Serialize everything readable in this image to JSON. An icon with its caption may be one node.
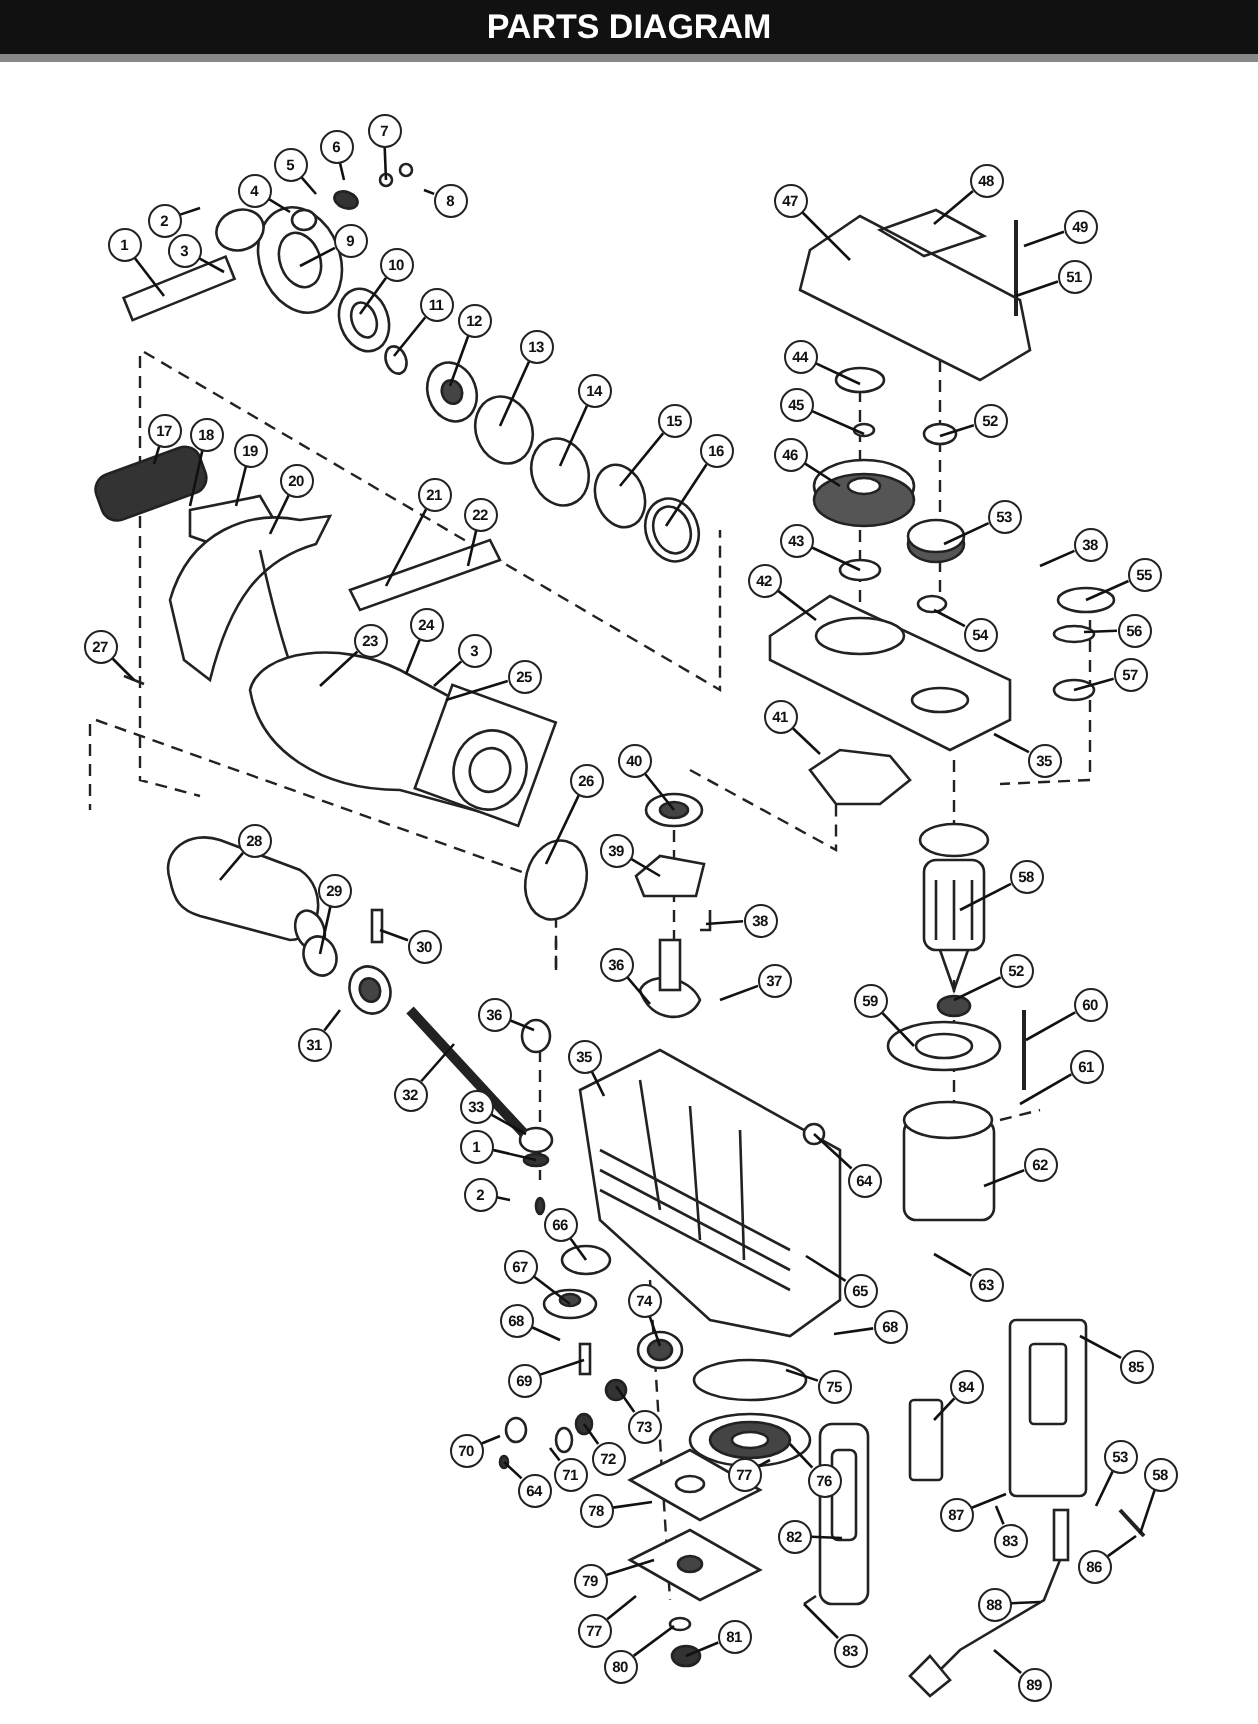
{
  "diagram": {
    "title": "PARTS DIAGRAM",
    "nodes": [
      {
        "text": [
          "1"
        ]
      },
      {
        "text": [
          "2"
        ]
      },
      {
        "text": [
          "3"
        ]
      },
      {
        "text": [
          "4"
        ]
      },
      {
        "text": [
          "5"
        ]
      },
      {
        "text": [
          "6"
        ]
      },
      {
        "text": [
          "7"
        ]
      },
      {
        "text": [
          "8"
        ]
      },
      {
        "text": [
          "9"
        ]
      },
      {
        "text": [
          "10"
        ]
      },
      {
        "text": [
          "11"
        ]
      },
      {
        "text": [
          "12"
        ]
      },
      {
        "text": [
          "13"
        ]
      },
      {
        "text": [
          "14"
        ]
      },
      {
        "text": [
          "15"
        ]
      },
      {
        "text": [
          "16"
        ]
      },
      {
        "text": [
          "47"
        ]
      },
      {
        "text": [
          "48"
        ]
      },
      {
        "text": [
          "49"
        ]
      },
      {
        "text": [
          "51"
        ]
      },
      {
        "text": [
          "44"
        ]
      },
      {
        "text": [
          "45"
        ]
      },
      {
        "text": [
          "52"
        ]
      },
      {
        "text": [
          "46"
        ]
      },
      {
        "text": [
          "53"
        ]
      },
      {
        "text": [
          "43"
        ]
      },
      {
        "text": [
          "38"
        ]
      },
      {
        "text": [
          "55"
        ]
      },
      {
        "text": [
          "42"
        ]
      },
      {
        "text": [
          "54"
        ]
      },
      {
        "text": [
          "56"
        ]
      },
      {
        "text": [
          "57"
        ]
      },
      {
        "text": [
          "17"
        ]
      },
      {
        "text": [
          "18"
        ]
      },
      {
        "text": [
          "19"
        ]
      },
      {
        "text": [
          "20"
        ]
      },
      {
        "text": [
          "21"
        ]
      },
      {
        "text": [
          "22"
        ]
      },
      {
        "text": [
          "27"
        ]
      },
      {
        "text": [
          "24"
        ]
      },
      {
        "text": [
          "23"
        ]
      },
      {
        "text": [
          "3"
        ]
      },
      {
        "text": [
          "25"
        ]
      },
      {
        "text": [
          "41"
        ]
      },
      {
        "text": [
          "35"
        ]
      },
      {
        "text": [
          "40"
        ]
      },
      {
        "text": [
          "26"
        ]
      },
      {
        "text": [
          "28"
        ]
      },
      {
        "text": [
          "39"
        ]
      },
      {
        "text": [
          "58"
        ]
      },
      {
        "text": [
          "29"
        ]
      },
      {
        "text": [
          "38"
        ]
      },
      {
        "text": [
          "30"
        ]
      },
      {
        "text": [
          "36"
        ]
      },
      {
        "text": [
          "52"
        ]
      },
      {
        "text": [
          "37"
        ]
      },
      {
        "text": [
          "59"
        ]
      },
      {
        "text": [
          "60"
        ]
      },
      {
        "text": [
          "36"
        ]
      },
      {
        "text": [
          "31"
        ]
      },
      {
        "text": [
          "35"
        ]
      },
      {
        "text": [
          "61"
        ]
      },
      {
        "text": [
          "32"
        ]
      },
      {
        "text": [
          "33"
        ]
      },
      {
        "text": [
          "1"
        ]
      },
      {
        "text": [
          "62"
        ]
      },
      {
        "text": [
          "64"
        ]
      },
      {
        "text": [
          "2"
        ]
      },
      {
        "text": [
          "66"
        ]
      },
      {
        "text": [
          "67"
        ]
      },
      {
        "text": [
          "63"
        ]
      },
      {
        "text": [
          "65"
        ]
      },
      {
        "text": [
          "74"
        ]
      },
      {
        "text": [
          "68"
        ]
      },
      {
        "text": [
          "68"
        ]
      },
      {
        "text": [
          "85"
        ]
      },
      {
        "text": [
          "69"
        ]
      },
      {
        "text": [
          "75"
        ]
      },
      {
        "text": [
          "84"
        ]
      },
      {
        "text": [
          "73"
        ]
      },
      {
        "text": [
          "70"
        ]
      },
      {
        "text": [
          "72"
        ]
      },
      {
        "text": [
          "71"
        ]
      },
      {
        "text": [
          "77"
        ]
      },
      {
        "text": [
          "76"
        ]
      },
      {
        "text": [
          "64"
        ]
      },
      {
        "text": [
          "78"
        ]
      },
      {
        "text": [
          "82"
        ]
      },
      {
        "text": [
          "87"
        ]
      },
      {
        "text": [
          "83"
        ]
      },
      {
        "text": [
          "53"
        ]
      },
      {
        "text": [
          "58"
        ]
      },
      {
        "text": [
          "86"
        ]
      },
      {
        "text": [
          "79"
        ]
      },
      {
        "text": [
          "88"
        ]
      },
      {
        "text": [
          "77"
        ]
      },
      {
        "text": [
          "81"
        ]
      },
      {
        "text": [
          "80"
        ]
      },
      {
        "text": [
          "83"
        ]
      },
      {
        "text": [
          "89"
        ]
      }
    ],
    "edges": [
      {
        "from": 0,
        "to": null,
        "arrow": "none"
      },
      {
        "from": 1,
        "to": null,
        "arrow": "none"
      },
      {
        "from": 2,
        "to": null,
        "arrow": "none"
      },
      {
        "from": 3,
        "to": null,
        "arrow": "none"
      },
      {
        "from": 4,
        "to": null,
        "arrow": "none"
      },
      {
        "from": 5,
        "to": null,
        "arrow": "none"
      },
      {
        "from": 6,
        "to": null,
        "arrow": "none"
      },
      {
        "from": 7,
        "to": null,
        "arrow": "none"
      },
      {
        "from": 8,
        "to": null,
        "arrow": "none"
      },
      {
        "from": 9,
        "to": null,
        "arrow": "none"
      },
      {
        "from": 10,
        "to": null,
        "arrow": "none"
      },
      {
        "from": 11,
        "to": null,
        "arrow": "none"
      },
      {
        "from": 12,
        "to": null,
        "arrow": "none"
      },
      {
        "from": 13,
        "to": null,
        "arrow": "none"
      },
      {
        "from": 14,
        "to": null,
        "arrow": "none"
      },
      {
        "from": 15,
        "to": null,
        "arrow": "none"
      },
      {
        "from": 16,
        "to": null,
        "arrow": "none"
      },
      {
        "from": 17,
        "to": null,
        "arrow": "none"
      },
      {
        "from": 18,
        "to": null,
        "arrow": "none"
      },
      {
        "from": 19,
        "to": null,
        "arrow": "none"
      },
      {
        "from": 20,
        "to": null,
        "arrow": "none"
      },
      {
        "from": 21,
        "to": null,
        "arrow": "none"
      },
      {
        "from": 22,
        "to": null,
        "arrow": "none"
      },
      {
        "from": 23,
        "to": null,
        "arrow": "none"
      },
      {
        "from": 24,
        "to": null,
        "arrow": "none"
      },
      {
        "from": 25,
        "to": null,
        "arrow": "none"
      },
      {
        "from": 26,
        "to": null,
        "arrow": "none"
      },
      {
        "from": 27,
        "to": null,
        "arrow": "none"
      },
      {
        "from": 28,
        "to": null,
        "arrow": "none"
      },
      {
        "from": 29,
        "to": null,
        "arrow": "none"
      },
      {
        "from": 30,
        "to": null,
        "arrow": "none"
      },
      {
        "from": 31,
        "to": null,
        "arrow": "none"
      },
      {
        "from": 32,
        "to": null,
        "arrow": "none"
      },
      {
        "from": 33,
        "to": null,
        "arrow": "none"
      },
      {
        "from": 34,
        "to": null,
        "arrow": "none"
      },
      {
        "from": 35,
        "to": null,
        "arrow": "none"
      },
      {
        "from": 36,
        "to": null,
        "arrow": "none"
      },
      {
        "from": 37,
        "to": null,
        "arrow": "none"
      },
      {
        "from": 38,
        "to": null,
        "arrow": "none"
      },
      {
        "from": 39,
        "to": null,
        "arrow": "none"
      },
      {
        "from": 40,
        "to": null,
        "arrow": "none"
      },
      {
        "from": 41,
        "to": null,
        "arrow": "none"
      },
      {
        "from": 42,
        "to": null,
        "arrow": "none"
      },
      {
        "from": 43,
        "to": null,
        "arrow": "none"
      },
      {
        "from": 44,
        "to": null,
        "arrow": "none"
      },
      {
        "from": 45,
        "to": null,
        "arrow": "none"
      },
      {
        "from": 46,
        "to": null,
        "arrow": "none"
      },
      {
        "from": 47,
        "to": null,
        "arrow": "none"
      },
      {
        "from": 48,
        "to": null,
        "arrow": "none"
      },
      {
        "from": 49,
        "to": null,
        "arrow": "none"
      },
      {
        "from": 50,
        "to": null,
        "arrow": "none"
      },
      {
        "from": 51,
        "to": null,
        "arrow": "none"
      },
      {
        "from": 52,
        "to": null,
        "arrow": "none"
      },
      {
        "from": 53,
        "to": null,
        "arrow": "none"
      },
      {
        "from": 54,
        "to": null,
        "arrow": "none"
      },
      {
        "from": 55,
        "to": null,
        "arrow": "none"
      },
      {
        "from": 56,
        "to": null,
        "arrow": "none"
      },
      {
        "from": 57,
        "to": null,
        "arrow": "none"
      },
      {
        "from": 58,
        "to": null,
        "arrow": "none"
      },
      {
        "from": 59,
        "to": null,
        "arrow": "none"
      },
      {
        "from": 60,
        "to": null,
        "arrow": "none"
      },
      {
        "from": 61,
        "to": null,
        "arrow": "none"
      },
      {
        "from": 62,
        "to": null,
        "arrow": "none"
      },
      {
        "from": 63,
        "to": null,
        "arrow": "none"
      },
      {
        "from": 64,
        "to": null,
        "arrow": "none"
      },
      {
        "from": 65,
        "to": null,
        "arrow": "none"
      },
      {
        "from": 66,
        "to": null,
        "arrow": "none"
      },
      {
        "from": 67,
        "to": null,
        "arrow": "none"
      },
      {
        "from": 68,
        "to": null,
        "arrow": "none"
      },
      {
        "from": 69,
        "to": null,
        "arrow": "none"
      },
      {
        "from": 70,
        "to": null,
        "arrow": "none"
      },
      {
        "from": 71,
        "to": null,
        "arrow": "none"
      },
      {
        "from": 72,
        "to": null,
        "arrow": "none"
      },
      {
        "from": 73,
        "to": null,
        "arrow": "none"
      },
      {
        "from": 74,
        "to": null,
        "arrow": "none"
      },
      {
        "from": 75,
        "to": null,
        "arrow": "none"
      },
      {
        "from": 76,
        "to": null,
        "arrow": "none"
      },
      {
        "from": 77,
        "to": null,
        "arrow": "none"
      },
      {
        "from": 78,
        "to": null,
        "arrow": "none"
      },
      {
        "from": 79,
        "to": null,
        "arrow": "none"
      },
      {
        "from": 80,
        "to": null,
        "arrow": "none"
      },
      {
        "from": 81,
        "to": null,
        "arrow": "none"
      },
      {
        "from": 82,
        "to": null,
        "arrow": "none"
      },
      {
        "from": 83,
        "to": null,
        "arrow": "none"
      },
      {
        "from": 84,
        "to": null,
        "arrow": "none"
      },
      {
        "from": 85,
        "to": null,
        "arrow": "none"
      },
      {
        "from": 86,
        "to": null,
        "arrow": "none"
      },
      {
        "from": 87,
        "to": null,
        "arrow": "none"
      },
      {
        "from": 88,
        "to": null,
        "arrow": "none"
      },
      {
        "from": 89,
        "to": null,
        "arrow": "none"
      },
      {
        "from": 90,
        "to": null,
        "arrow": "none"
      },
      {
        "from": 91,
        "to": null,
        "arrow": "none"
      },
      {
        "from": 92,
        "to": null,
        "arrow": "none"
      },
      {
        "from": 93,
        "to": null,
        "arrow": "none"
      },
      {
        "from": 94,
        "to": null,
        "arrow": "none"
      },
      {
        "from": 95,
        "to": null,
        "arrow": "none"
      },
      {
        "from": 96,
        "to": null,
        "arrow": "none"
      },
      {
        "from": 97,
        "to": null,
        "arrow": "none"
      },
      {
        "from": 98,
        "to": null,
        "arrow": "none"
      },
      {
        "from": 99,
        "to": null,
        "arrow": "none"
      }
    ]
  }
}
